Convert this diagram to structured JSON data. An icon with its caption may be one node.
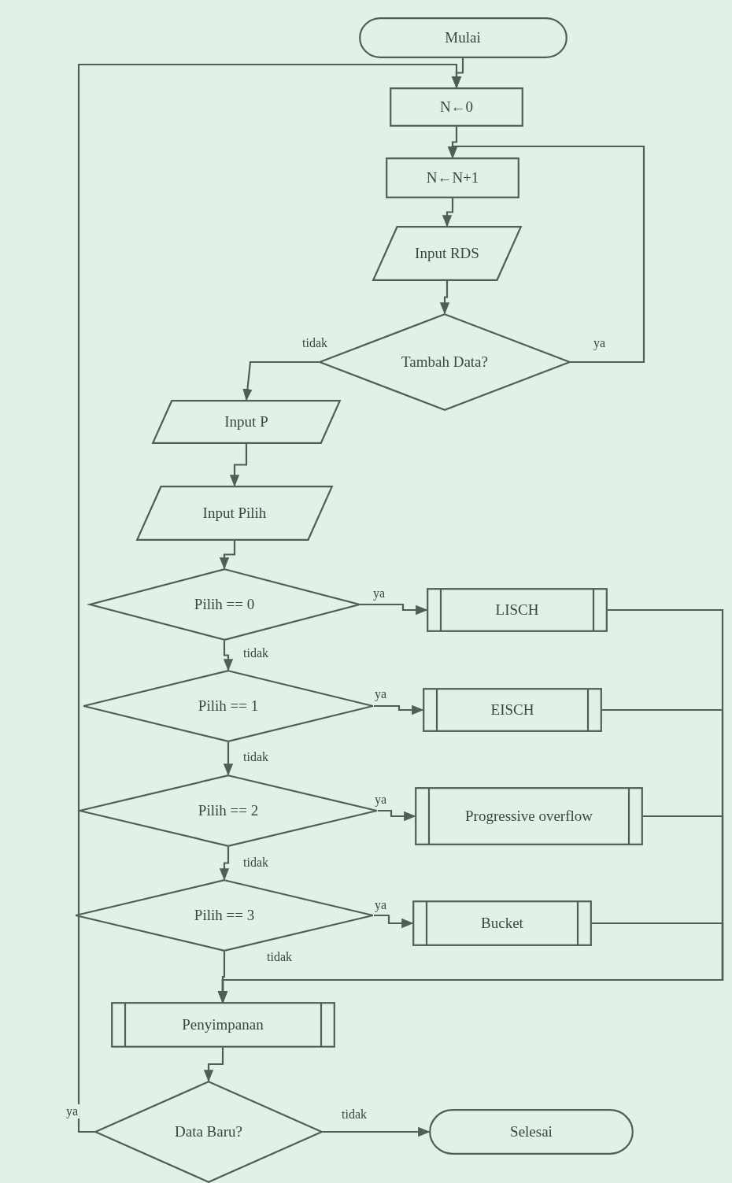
{
  "diagram": {
    "nodes": [
      {
        "text": [
          "Mulai"
        ]
      },
      {
        "text": [
          "N←0"
        ]
      },
      {
        "text": [
          "N←N+1"
        ]
      },
      {
        "text": [
          "Input RDS"
        ]
      },
      {
        "text": [
          "Tambah Data?"
        ]
      },
      {
        "text": [
          "Input P"
        ]
      },
      {
        "text": [
          "Input Pilih"
        ]
      },
      {
        "text": [
          "Pilih == 0"
        ]
      },
      {
        "text": [
          "LISCH"
        ]
      },
      {
        "text": [
          "Pilih == 1"
        ]
      },
      {
        "text": [
          "EISCH"
        ]
      },
      {
        "text": [
          "Pilih == 2"
        ]
      },
      {
        "text": [
          "Progressive overflow"
        ]
      },
      {
        "text": [
          "Pilih == 3"
        ]
      },
      {
        "text": [
          "Bucket"
        ]
      },
      {
        "text": [
          "Penyimpanan"
        ]
      },
      {
        "text": [
          "Data Baru?"
        ]
      },
      {
        "text": [
          "Selesai"
        ]
      }
    ],
    "edges": [
      {
        "from": 0,
        "to": 1,
        "arrow": "to"
      },
      {
        "from": 1,
        "to": 2,
        "arrow": "to"
      },
      {
        "from": 2,
        "to": 3,
        "arrow": "to"
      },
      {
        "from": 3,
        "to": 4,
        "arrow": "to"
      },
      {
        "from": 4,
        "to": 2,
        "arrow": "to",
        "label": "ya"
      },
      {
        "from": 4,
        "to": 5,
        "arrow": "to",
        "label": "tidak"
      },
      {
        "from": 5,
        "to": 6,
        "arrow": "to"
      },
      {
        "from": 6,
        "to": 7,
        "arrow": "to"
      },
      {
        "from": 7,
        "to": 8,
        "arrow": "to",
        "label": "ya"
      },
      {
        "from": 7,
        "to": 9,
        "arrow": "to",
        "label": "tidak"
      },
      {
        "from": 9,
        "to": 10,
        "arrow": "to",
        "label": "ya"
      },
      {
        "from": 9,
        "to": 11,
        "arrow": "to",
        "label": "tidak"
      },
      {
        "from": 11,
        "to": 12,
        "arrow": "to",
        "label": "ya"
      },
      {
        "from": 11,
        "to": 13,
        "arrow": "to",
        "label": "tidak"
      },
      {
        "from": 13,
        "to": 14,
        "arrow": "to",
        "label": "ya"
      },
      {
        "from": 13,
        "to": 15,
        "arrow": "to",
        "label": "tidak"
      },
      {
        "from": 8,
        "to": 15,
        "arrow": "to"
      },
      {
        "from": 10,
        "to": 15,
        "arrow": "to"
      },
      {
        "from": 12,
        "to": 15,
        "arrow": "to"
      },
      {
        "from": 14,
        "to": 15,
        "arrow": "to"
      },
      {
        "from": 15,
        "to": 16,
        "arrow": "to"
      },
      {
        "from": 16,
        "to": 1,
        "arrow": "to",
        "label": "ya"
      },
      {
        "from": 16,
        "to": 17,
        "arrow": "to",
        "label": "tidak"
      }
    ]
  }
}
